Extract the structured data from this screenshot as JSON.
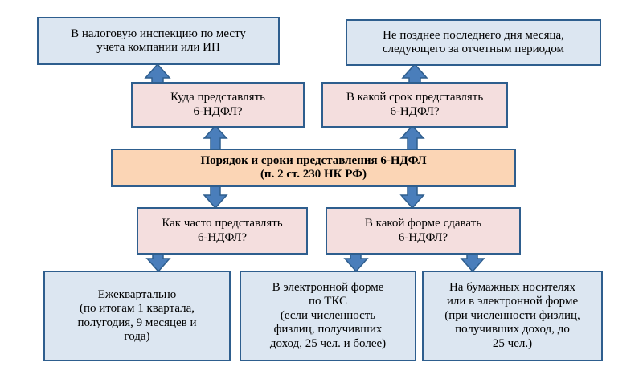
{
  "diagram": {
    "title": "Порядок и сроки представления 6-НДФЛ",
    "colors": {
      "answer_fill": "#DCE6F1",
      "question_fill": "#F4DEDE",
      "root_fill": "#FBD5B5",
      "border": "#2E5E8E",
      "arrow_fill": "#4A7EBB",
      "arrow_stroke": "#2E5E8E",
      "background": "#FFFFFF"
    },
    "nodes": {
      "root": {
        "text": "Порядок и сроки представления 6-НДФЛ\n(п. 2 ст. 230 НК РФ)",
        "kind": "root"
      },
      "q_where": {
        "text": "Куда представлять\n6-НДФЛ?",
        "kind": "question"
      },
      "q_deadline": {
        "text": "В какой срок представлять\n6-НДФЛ?",
        "kind": "question"
      },
      "q_howoften": {
        "text": "Как часто представлять\n6-НДФЛ?",
        "kind": "question"
      },
      "q_form": {
        "text": "В какой форме сдавать\n6-НДФЛ?",
        "kind": "question"
      },
      "a_where": {
        "text": "В налоговую инспекцию по месту\nучета компании или ИП",
        "kind": "answer"
      },
      "a_deadline": {
        "text": "Не позднее последнего дня месяца,\nследующего за отчетным периодом",
        "kind": "answer"
      },
      "a_howoften": {
        "text": "Ежеквартально\n(по итогам 1 квартала,\nполугодия, 9 месяцев и\nгода)",
        "kind": "answer"
      },
      "a_form_electronic": {
        "text": "В электронной форме\nпо ТКС\n(если численность\nфизлиц, получивших\nдоход, 25 чел. и более)",
        "kind": "answer"
      },
      "a_form_paper": {
        "text": "На бумажных носителях\nили в электронной форме\n(при численности физлиц,\nполучивших доход, до\n25 чел.)",
        "kind": "answer"
      }
    },
    "edges": [
      {
        "name": "root-to-q-where",
        "direction": "up"
      },
      {
        "name": "root-to-q-deadline",
        "direction": "up"
      },
      {
        "name": "q-where-to-a-where",
        "direction": "up"
      },
      {
        "name": "q-deadline-to-a-deadline",
        "direction": "up"
      },
      {
        "name": "root-to-q-howoften",
        "direction": "down"
      },
      {
        "name": "root-to-q-form",
        "direction": "down"
      },
      {
        "name": "q-howoften-to-a-howoften",
        "direction": "down"
      },
      {
        "name": "q-form-to-a-electronic",
        "direction": "down"
      },
      {
        "name": "q-form-to-a-paper",
        "direction": "down"
      }
    ]
  }
}
